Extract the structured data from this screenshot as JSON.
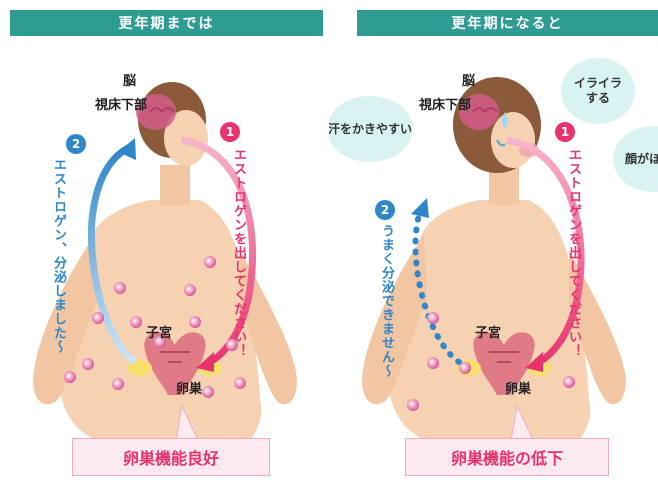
{
  "panels": [
    {
      "header": "更年期までは",
      "labels": {
        "brain": "脳",
        "hypothalamus": "視床下部",
        "uterus": "子宮",
        "ovary": "卵巣"
      },
      "arrow1": {
        "number": "1",
        "text": "エストロゲンを出してください！"
      },
      "arrow2": {
        "number": "2",
        "text": "エストロゲン、分泌しました～"
      },
      "status": "卵巣機能良好"
    },
    {
      "header": "更年期になると",
      "labels": {
        "brain": "脳",
        "hypothalamus": "視床下部",
        "uterus": "子宮",
        "ovary": "卵巣"
      },
      "arrow1": {
        "number": "1",
        "text": "エストロゲンを出してください！"
      },
      "arrow2": {
        "number": "2",
        "text": "うまく分泌できません～"
      },
      "clouds": {
        "sweat": "汗をかきやすい",
        "irritation": "イライラする",
        "flush": "顔がほて"
      },
      "status": "卵巣機能の低下"
    }
  ],
  "colors": {
    "header": "#2f9c94",
    "pink": "#e8336e",
    "blue": "#2f86c9",
    "skin": "#f6d2b2"
  }
}
